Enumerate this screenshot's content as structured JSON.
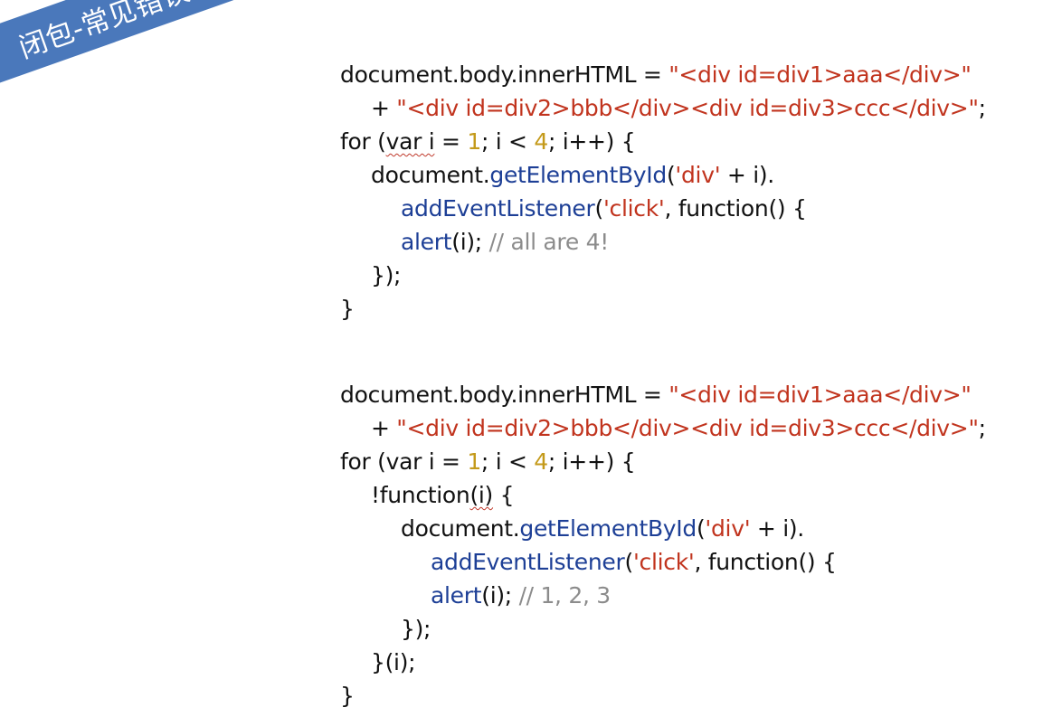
{
  "title": "闭包-常见错误之循环闭包",
  "colors": {
    "banner": "#4a78bb",
    "string": "#c1341e",
    "number": "#c49a1a",
    "function": "#1d3f96",
    "comment": "#8c8c8c",
    "text": "#111111"
  },
  "block1": {
    "l1": {
      "a": "document.body.innerHTML = ",
      "b": "\"<div id=div1>aaa</div>\""
    },
    "l2": {
      "a": "+ ",
      "b": "\"<div id=div2>bbb</div><div id=div3>ccc</div>\"",
      "c": ";"
    },
    "l3": {
      "a": "for (",
      "b": "var i",
      "c": " = ",
      "d": "1",
      "e": "; ",
      "f": "i",
      "g": " < ",
      "h": "4",
      "k": "; i++) {"
    },
    "l4": {
      "a": "document.",
      "b": "getElementById",
      "c": "(",
      "d": "'div'",
      "e": " + i)."
    },
    "l5": {
      "a": "addEventListener",
      "b": "(",
      "c": "'click'",
      "d": ", function() {"
    },
    "l6": {
      "a": "alert",
      "b": "(i); ",
      "c": "// all are 4!"
    },
    "l7": "});",
    "l8": "}"
  },
  "block2": {
    "l1": {
      "a": "document.body.innerHTML = ",
      "b": "\"<div id=div1>aaa</div>\""
    },
    "l2": {
      "a": "+ ",
      "b": "\"<div id=div2>bbb</div><div id=div3>ccc</div>\"",
      "c": ";"
    },
    "l3": {
      "a": "for (var i = ",
      "b": "1",
      "c": "; i < ",
      "d": "4",
      "e": "; i++) {"
    },
    "l4": {
      "a": "!function",
      "b": "(i)",
      "c": " {"
    },
    "l5": {
      "a": "document.",
      "b": "getElementById",
      "c": "(",
      "d": "'div'",
      "e": " + i)."
    },
    "l6": {
      "a": "addEventListener",
      "b": "(",
      "c": "'click'",
      "d": ", function() {"
    },
    "l7": {
      "a": "alert",
      "b": "(i); ",
      "c": "// 1, 2, 3"
    },
    "l8": "});",
    "l9": "}(i);",
    "l10": "}"
  }
}
